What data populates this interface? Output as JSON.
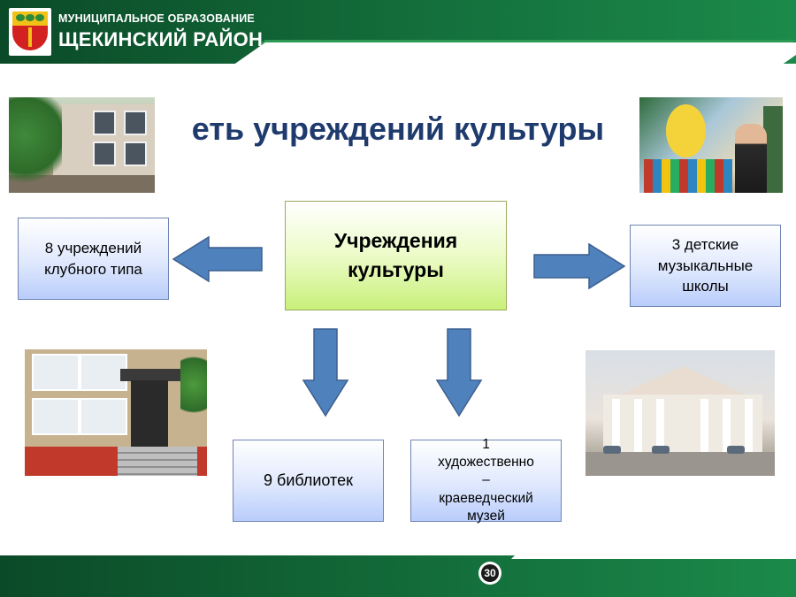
{
  "header": {
    "subtitle": "МУНИЦИПАЛЬНОЕ ОБРАЗОВАНИЕ",
    "title": "ЩЕКИНСКИЙ РАЙОН"
  },
  "title": "еть учреждений культуры",
  "center_box": {
    "line1": "Учреждения",
    "line2": "культуры"
  },
  "left_box": {
    "line1": "8 учреждений",
    "line2": "клубного типа"
  },
  "right_box": {
    "line1": "3 детские",
    "line2": "музыкальные",
    "line3": "школы"
  },
  "library_box": {
    "text": "9 библиотек"
  },
  "museum_box": {
    "line1": "1",
    "line2": "художественно",
    "line3": "–",
    "line4": "краеведческий",
    "line5": "музей"
  },
  "page_number": "30",
  "colors": {
    "header_green": "#14703c",
    "title_blue": "#1f3b6e",
    "arrow_blue": "#4f81bd",
    "center_box_green": "#c9f07a",
    "side_box_blue": "#b9cdfb"
  },
  "icons": [
    "coat-of-arms-icon",
    "arrow-left-icon",
    "arrow-right-icon",
    "arrow-down-icon"
  ]
}
